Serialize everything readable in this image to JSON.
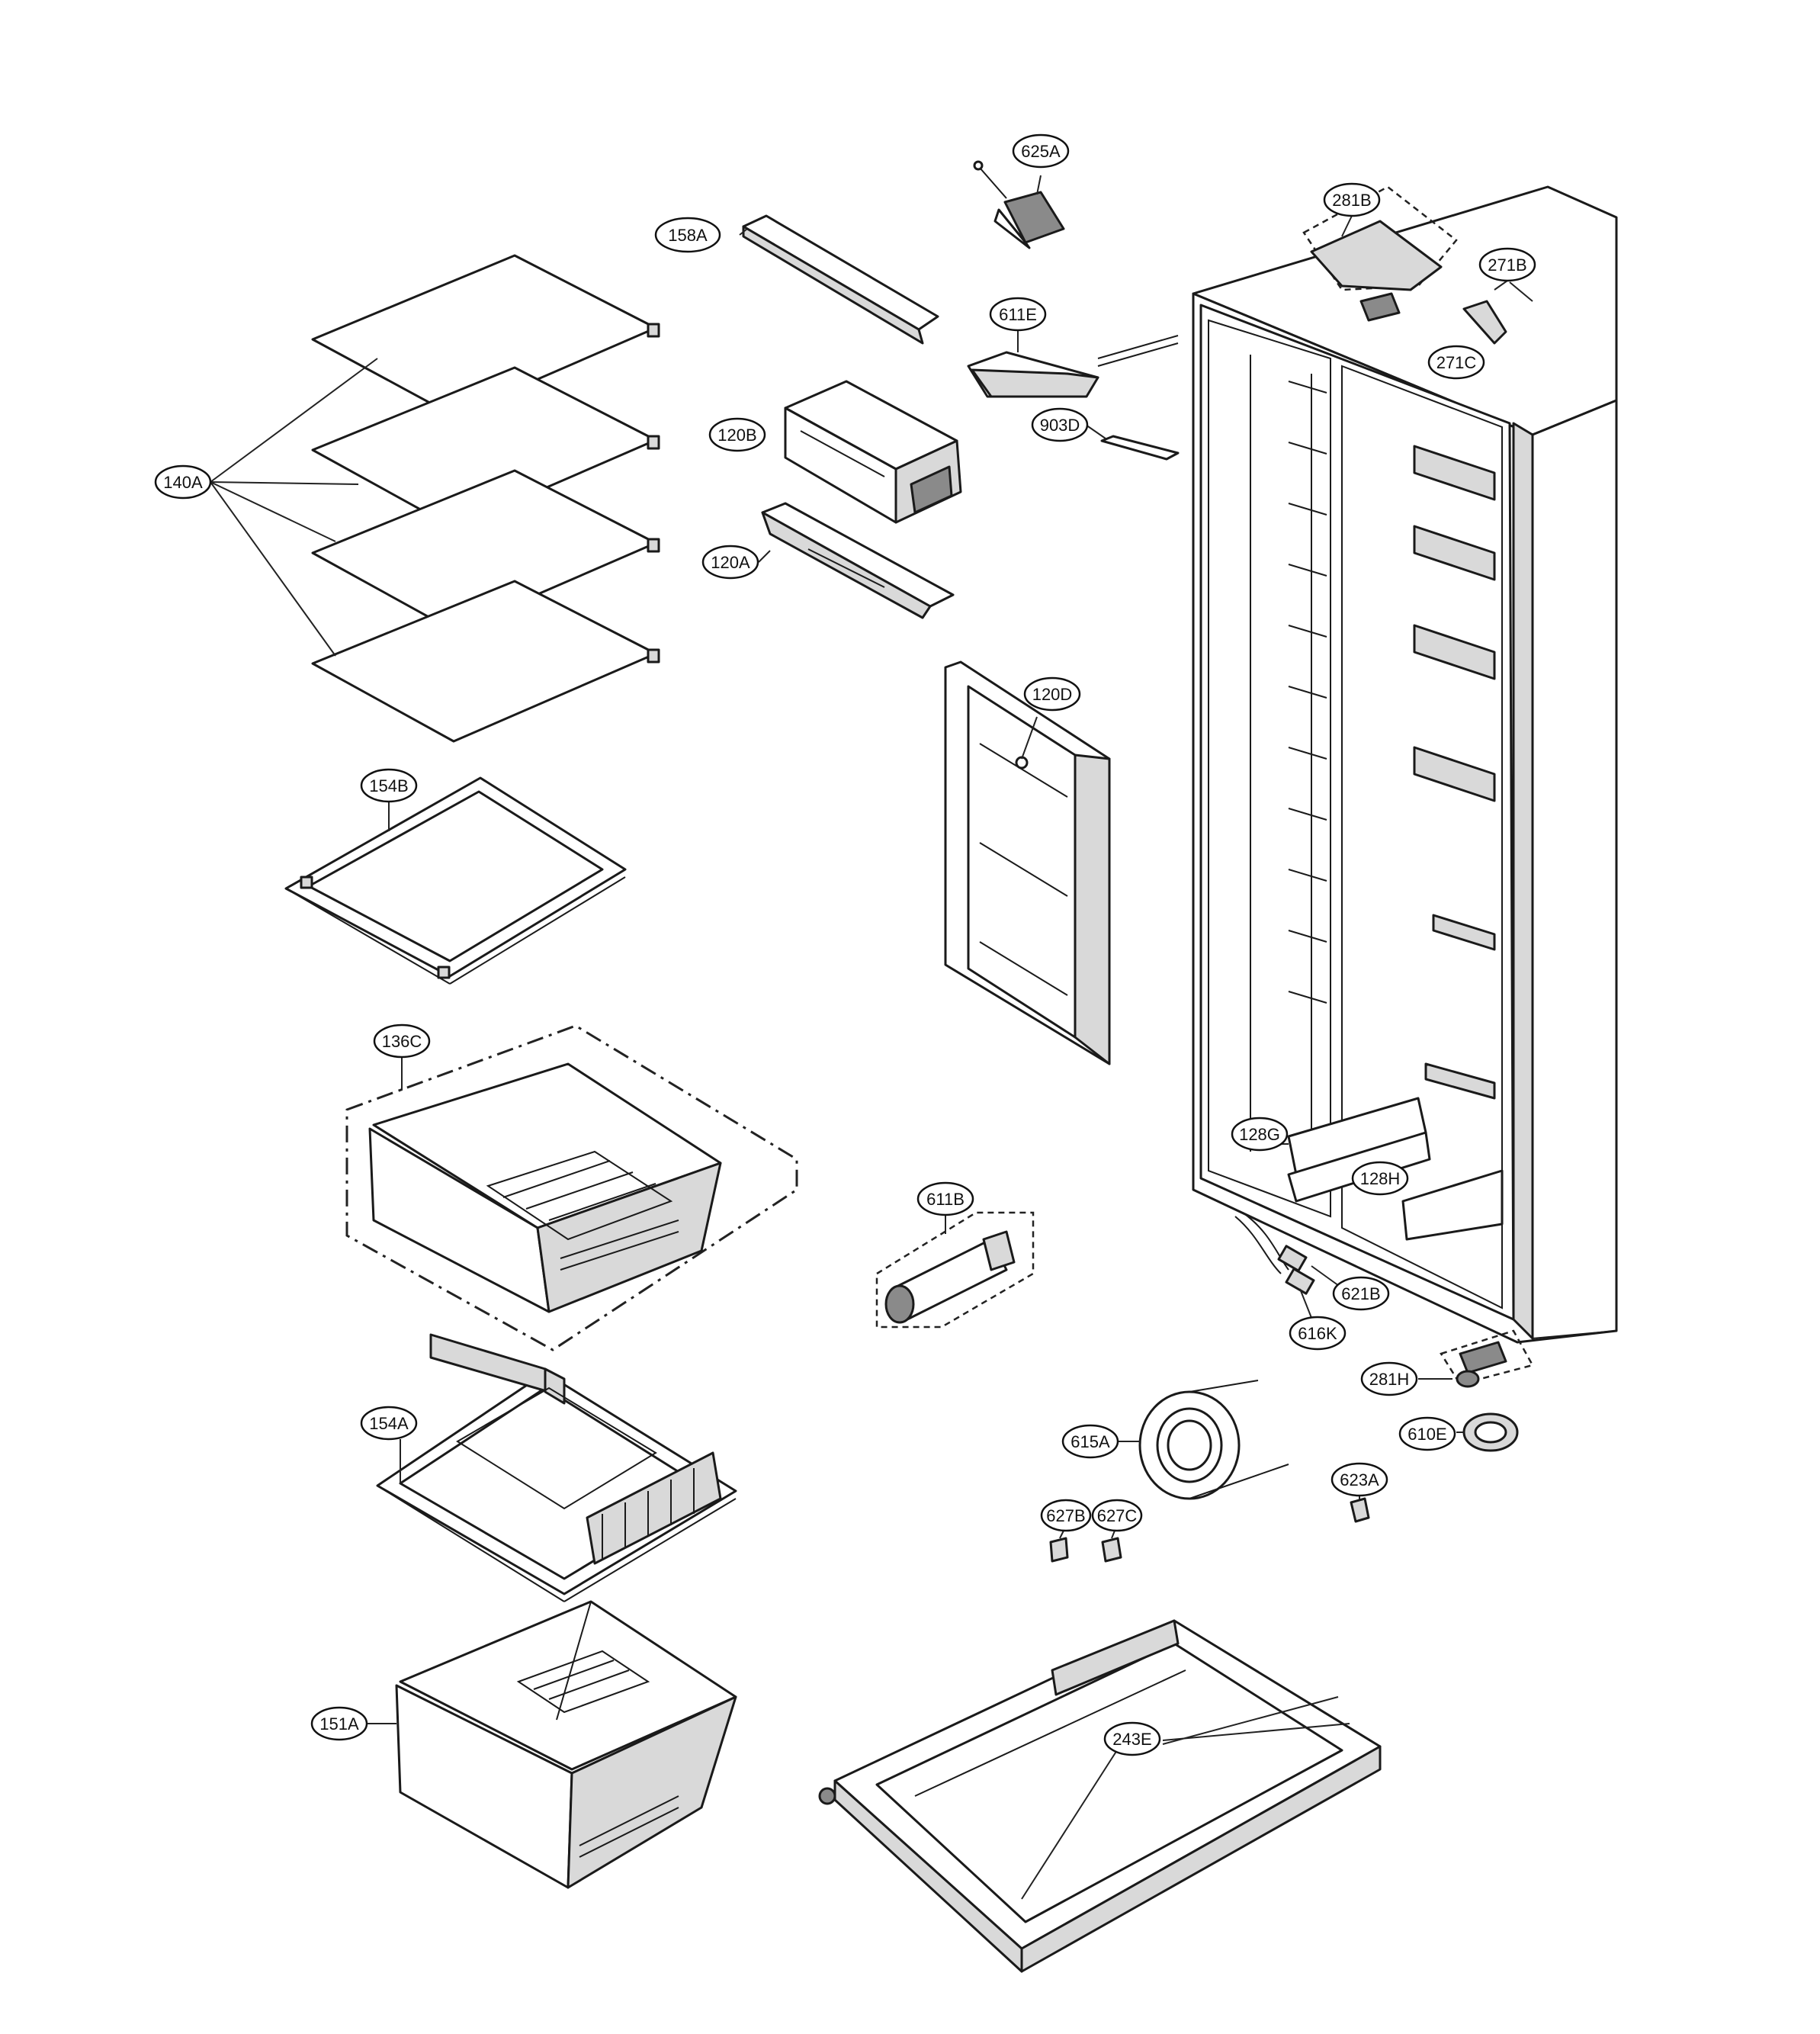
{
  "callouts": [
    {
      "id": "625A",
      "label": "625A"
    },
    {
      "id": "158A",
      "label": "158A"
    },
    {
      "id": "281B",
      "label": "281B"
    },
    {
      "id": "271B",
      "label": "271B"
    },
    {
      "id": "611E",
      "label": "611E"
    },
    {
      "id": "271C",
      "label": "271C"
    },
    {
      "id": "903D",
      "label": "903D"
    },
    {
      "id": "120B",
      "label": "120B"
    },
    {
      "id": "140A",
      "label": "140A"
    },
    {
      "id": "120A",
      "label": "120A"
    },
    {
      "id": "120D",
      "label": "120D"
    },
    {
      "id": "154B",
      "label": "154B"
    },
    {
      "id": "136C",
      "label": "136C"
    },
    {
      "id": "128G",
      "label": "128G"
    },
    {
      "id": "128H",
      "label": "128H"
    },
    {
      "id": "611B",
      "label": "611B"
    },
    {
      "id": "621B",
      "label": "621B"
    },
    {
      "id": "616K",
      "label": "616K"
    },
    {
      "id": "281H",
      "label": "281H"
    },
    {
      "id": "154A",
      "label": "154A"
    },
    {
      "id": "615A",
      "label": "615A"
    },
    {
      "id": "610E",
      "label": "610E"
    },
    {
      "id": "623A",
      "label": "623A"
    },
    {
      "id": "627B",
      "label": "627B"
    },
    {
      "id": "627C",
      "label": "627C"
    },
    {
      "id": "151A",
      "label": "151A"
    },
    {
      "id": "243E",
      "label": "243E"
    }
  ]
}
